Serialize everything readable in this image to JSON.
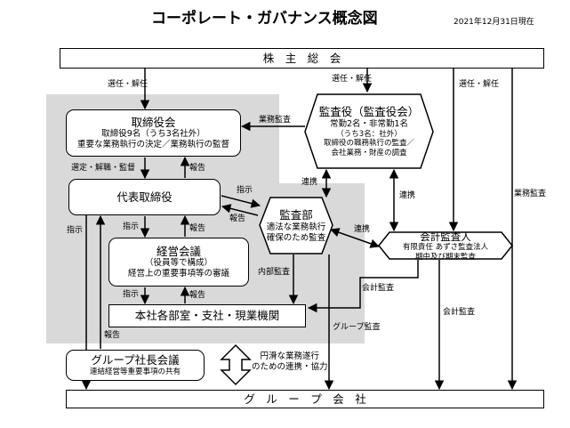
{
  "header": {
    "title": "コーポレート・ガバナンス概念図",
    "date": "2021年12月31日現在"
  },
  "boxes": {
    "shareholders": "株　主　総　会",
    "board": {
      "title": "取締役会",
      "lines": [
        "取締役9名（うち3名社外）",
        "重要な業務執行の決定／業務執行の監督"
      ]
    },
    "president": "代表取締役",
    "management_council": {
      "title": "経営会議",
      "lines": [
        "（役員等で構成）",
        "経営上の重要事項等の審議"
      ]
    },
    "departments": "本社各部室・支社・現業機関",
    "group_presidents": {
      "title": "グループ社長会議",
      "lines": [
        "連結経営等重要事項の共有"
      ]
    },
    "group_companies": "グ　ル　ー　プ　会　社",
    "auditors": {
      "title": "監査役（監査役会）",
      "lines": [
        "常勤2名・非常勤1名",
        "（うち3名：社外）",
        "取締役の職務執行の監査／",
        "会社業務・財産の調査"
      ]
    },
    "audit_dept": {
      "title": "監査部",
      "lines": [
        "適法な業務執行",
        "確保のため監査"
      ]
    },
    "accounting_auditor": {
      "title": "会計監査人",
      "lines": [
        "有限責任 あずさ監査法人",
        "期中及び期末監査"
      ]
    }
  },
  "arrow_labels": {
    "elect_dismiss_board": "選任・解任",
    "elect_dismiss_auditors": "選任・解任",
    "elect_dismiss_accounting": "選任・解任",
    "business_audit_board": "業務監査",
    "appoint_supervise": "選定・解職・監督",
    "report_board": "報告",
    "instruct_president": "指示",
    "report_president": "報告",
    "cooperate_auditors_audit": "連携",
    "cooperate_auditors_accounting": "連携",
    "cooperate_audit_accounting": "連携",
    "instruct_council": "指示",
    "report_council": "報告",
    "instruct_departments": "指示",
    "report_departments": "報告",
    "internal_audit": "内部監査",
    "instruct_group": "指示",
    "report_group": "報告",
    "accounting_audit_departments": "会計監査",
    "group_audit": "グループ監査",
    "accounting_audit_group": "会計監査",
    "business_audit_group": "業務監査",
    "smooth_cooperation": "円滑な業務遂行\nのための連携・協力"
  },
  "colors": {
    "panel": "#d9d9d9",
    "line": "#000000",
    "box_fill": "#ffffff"
  },
  "icons": {
    "double_arrow": "up-down-arrow-icon"
  }
}
